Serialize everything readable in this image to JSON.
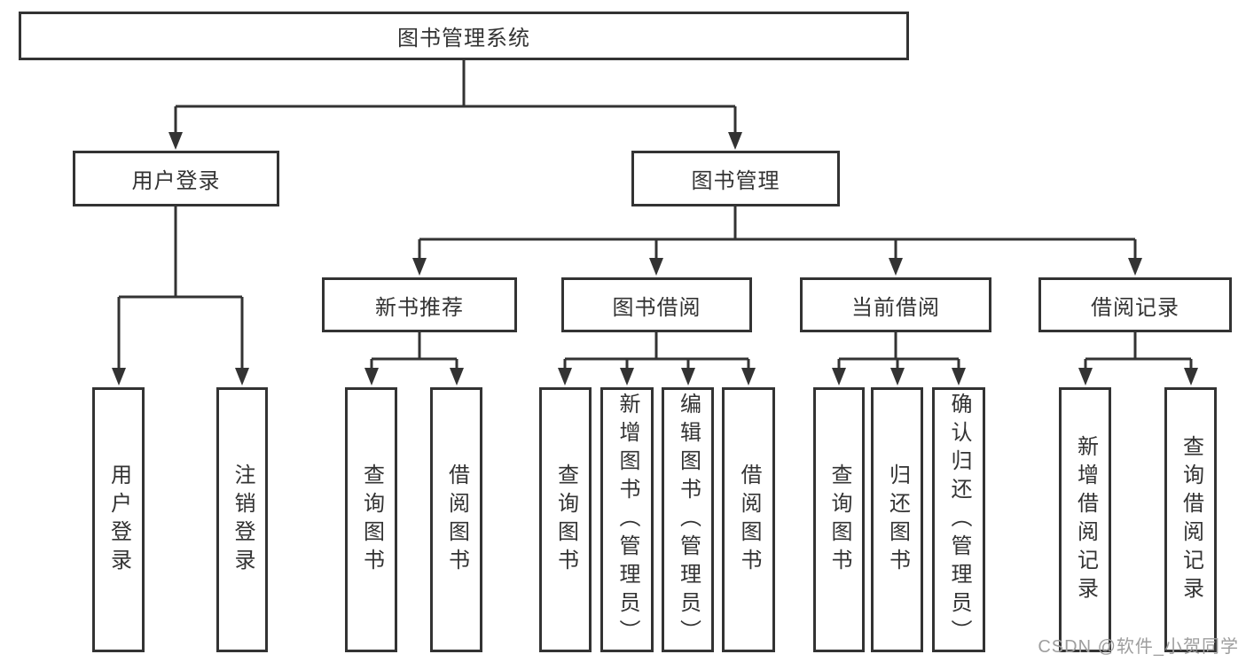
{
  "diagram_title": "图书管理系统",
  "colors": {
    "background": "#ffffff",
    "line": "#333333",
    "box_border": "#333333",
    "box_fill": "#ffffff",
    "text": "#333333",
    "watermark": "#9e9e9e"
  },
  "nodes": {
    "root": "图书管理系统",
    "user_login": "用户登录",
    "book_management": "图书管理",
    "new_book_recommend": "新书推荐",
    "book_borrowing": "图书借阅",
    "current_borrowing": "当前借阅",
    "borrowing_records": "借阅记录",
    "leaf_user_login": "用户登录",
    "leaf_logout": "注销登录",
    "leaf_search_book_1": "查询图书",
    "leaf_borrow_book_1": "借阅图书",
    "leaf_search_book_2": "查询图书",
    "leaf_add_book_admin": "新增图书（管理员）",
    "leaf_edit_book_admin": "编辑图书（管理员）",
    "leaf_borrow_book_2": "借阅图书",
    "leaf_search_book_3": "查询图书",
    "leaf_return_book": "归还图书",
    "leaf_confirm_return_admin": "确认归还（管理员）",
    "leaf_add_borrow_record": "新增借阅记录",
    "leaf_search_borrow_record": "查询借阅记录"
  },
  "structure": {
    "图书管理系统": {
      "用户登录": [
        "用户登录",
        "注销登录"
      ],
      "图书管理": {
        "新书推荐": [
          "查询图书",
          "借阅图书"
        ],
        "图书借阅": [
          "查询图书",
          "新增图书（管理员）",
          "编辑图书（管理员）",
          "借阅图书"
        ],
        "当前借阅": [
          "查询图书",
          "归还图书",
          "确认归还（管理员）"
        ],
        "借阅记录": [
          "新增借阅记录",
          "查询借阅记录"
        ]
      }
    }
  },
  "watermark": "CSDN @软件_小贺同学"
}
